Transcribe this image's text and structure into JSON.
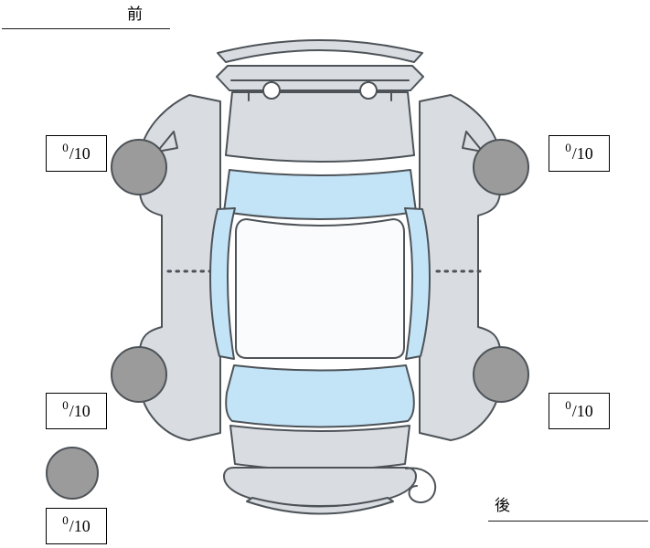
{
  "labels": {
    "front": "前",
    "rear": "後"
  },
  "tires": {
    "front_left": {
      "score": "0",
      "max": "/10"
    },
    "front_right": {
      "score": "0",
      "max": "/10"
    },
    "rear_left": {
      "score": "0",
      "max": "/10"
    },
    "rear_right": {
      "score": "0",
      "max": "/10"
    },
    "spare": {
      "score": "0",
      "max": "/10"
    }
  },
  "colors": {
    "body": "#d9dde2",
    "roof": "#fafbfc",
    "window": "#c3e3f7",
    "wheel": "#9b9b9b",
    "white_detail": "#ffffff",
    "outline": "#4d5358"
  }
}
